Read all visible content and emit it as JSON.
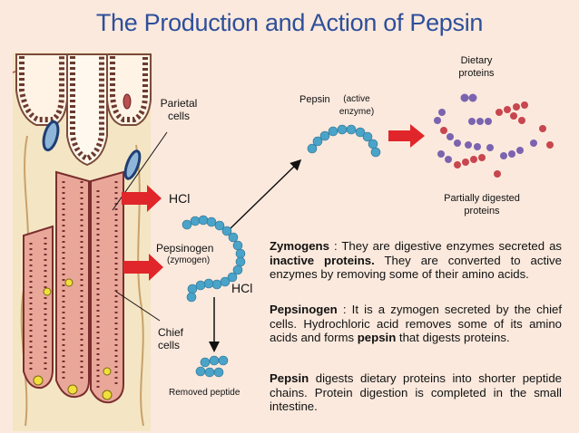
{
  "title": "The Production and Action of Pepsin",
  "labels": {
    "parietal_cells": "Parietal\ncells",
    "hcl_top": "HCl",
    "hcl_mid": "HCl",
    "chief_cells": "Chief\ncells",
    "pepsinogen": "Pepsinogen",
    "zymogen": "(zymogen)",
    "removed_peptide": "Removed peptide",
    "pepsin": "Pepsin",
    "active_enzyme": "(active\nenzyme)",
    "dietary_proteins": "Dietary\nproteins",
    "partially_digested": "Partially digested\nproteins"
  },
  "paragraphs": {
    "zymogens": {
      "term": "Zymogens",
      "t1": " : They are digestive enzymes secreted as ",
      "em": "inactive proteins.",
      "t2": " They are converted to active enzymes by removing some of their amino acids."
    },
    "pepsinogen": {
      "term": "Pepsinogen",
      "t1": " : It is a zymogen secreted by the chief cells. Hydrochloric acid removes some of its amino acids and forms ",
      "em": "pepsin",
      "t2": " that digests proteins."
    },
    "pepsin": {
      "term": "Pepsin",
      "t1": " digests dietary proteins into shorter peptide chains. Protein digestion is completed in the small intestine."
    }
  },
  "colors": {
    "title": "#2e4f9a",
    "arrow_red": "#e0262a",
    "bead_blue": "#4aa3c8",
    "bead_purple": "#7b63b0",
    "bead_red": "#c8464e",
    "tissue": "#f4e6c4",
    "gland": "#e9a79a"
  }
}
